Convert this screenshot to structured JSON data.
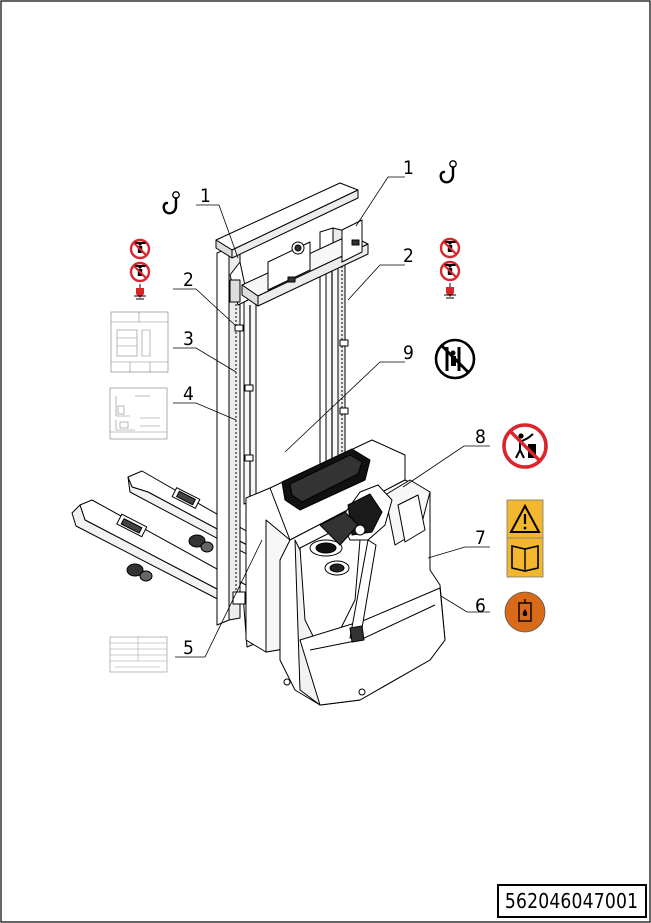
{
  "document_number": "562046047001",
  "callouts": [
    {
      "id": "c1-left",
      "label": "1"
    },
    {
      "id": "c1-right",
      "label": "1"
    },
    {
      "id": "c2-left",
      "label": "2"
    },
    {
      "id": "c2-right",
      "label": "2"
    },
    {
      "id": "c3",
      "label": "3"
    },
    {
      "id": "c4",
      "label": "4"
    },
    {
      "id": "c5",
      "label": "5"
    },
    {
      "id": "c6",
      "label": "6"
    },
    {
      "id": "c7",
      "label": "7"
    },
    {
      "id": "c8",
      "label": "8"
    },
    {
      "id": "c9",
      "label": "9"
    }
  ],
  "label_icons": {
    "lifting_point": "hook-icon",
    "no_standing_under_load": "no-standing-under-load-icon",
    "no_hand_in_mast": "no-hand-in-mast-icon",
    "pinch_point": "pinch-point-icon",
    "no_passengers": "no-passengers-icon",
    "no_riding": "no-riding-icon",
    "warning_read_manual": "warning-manual-icon",
    "hydraulic_oil": "hydraulic-oil-icon",
    "load_chart": "load-chart-label",
    "capacity_plate": "capacity-plate-label",
    "nameplate": "nameplate-label"
  },
  "colors": {
    "prohibition_red": "#d9262c",
    "warning_yellow": "#f2b72e",
    "oil_orange": "#d86a1a",
    "line": "#000000"
  }
}
